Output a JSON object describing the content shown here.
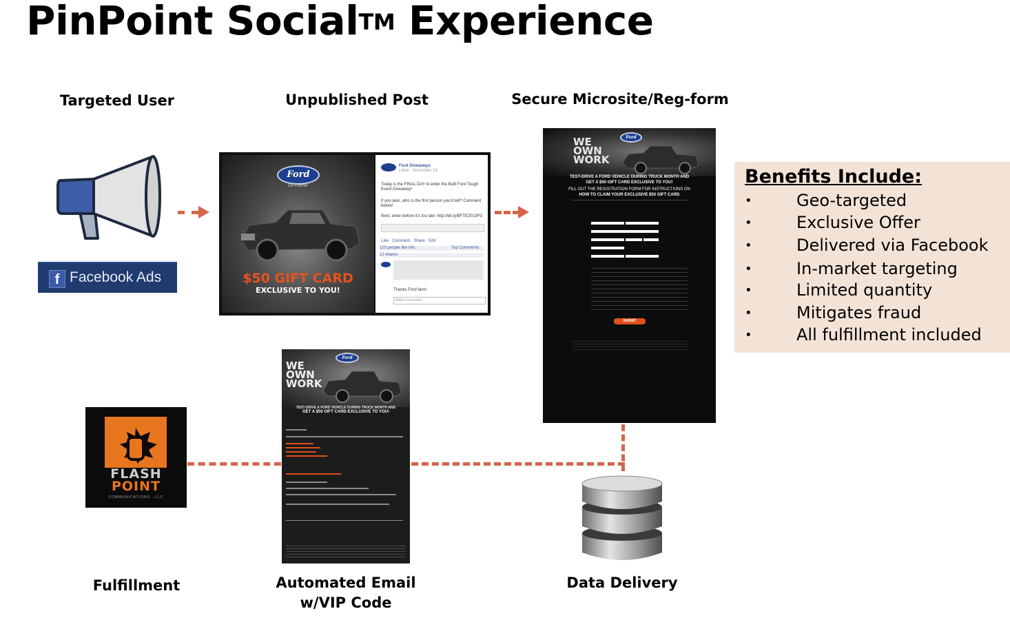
{
  "title": {
    "main": "PinPoint Social",
    "sup": "TM",
    "tail": " Experience"
  },
  "labels": {
    "targeted_user": "Targeted User",
    "unpublished_post": "Unpublished Post",
    "microsite": "Secure Microsite/Reg-form",
    "fulfillment": "Fulfillment",
    "email_line1": "Automated Email",
    "email_line2": "w/VIP Code",
    "data_delivery": "Data Delivery"
  },
  "facebook_ads": {
    "icon": "f",
    "text": "Facebook Ads"
  },
  "post": {
    "brand": "Ford",
    "tagline": "Go Further",
    "gift_line1": "$50 GIFT CARD",
    "gift_line2": "EXCLUSIVE TO YOU!",
    "page_name": "Ford Giveaways",
    "meta": "Liked · November 19",
    "body1": "Today is the FINAL DAY to enter the Built Ford Tough Event Giveaway!",
    "body2": "If you won, who is the first person you'd tell? Comment below!",
    "body3": "Next, enter before it's too late: http://bit.ly/BFTE2013FG",
    "actions": "Like · Comment · Share · Edit",
    "likes": "120 people like this.",
    "shares": "12 shares",
    "top_comments": "Top Comments",
    "reply": "Thanks Ford fans!",
    "comment_placeholder": "Write a comment..."
  },
  "microsite": {
    "wow": [
      "WE",
      "OWN",
      "WORK"
    ],
    "head1": "TEST-DRIVE A FORD VEHICLE DURING TRUCK MONTH AND",
    "head2": "GET A $50 GIFT CARD EXCLUSIVE TO YOU!",
    "head3": "FILL OUT THE REGISTRATION FORM FOR INSTRUCTIONS ON",
    "head4": "HOW TO CLAIM YOUR EXCLUSIVE $50 GIFT CARD",
    "submit": "SUBMIT"
  },
  "email": {
    "wow": [
      "WE",
      "OWN",
      "WORK"
    ],
    "head1": "TEST-DRIVE A FORD VEHICLE DURING TRUCK MONTH AND",
    "head2": "GET A $50 GIFT CARD EXCLUSIVE TO YOU!"
  },
  "flashpoint": {
    "line1": "FLASH",
    "line2": "POINT",
    "line3": "COMMUNICATIONS · LLC"
  },
  "benefits": {
    "heading": "Benefits Include:",
    "bullet": "•",
    "items": [
      "Geo-targeted",
      "Exclusive Offer",
      "Delivered via Facebook",
      "In-market targeting",
      "Limited quantity",
      "Mitigates fraud",
      "All fulfillment included"
    ]
  },
  "colors": {
    "connector": "#d4664a",
    "benefits_bg": "#f3e3d7",
    "fb_blue": "#1f3b70",
    "ford_blue": "#1d3f8f",
    "accent_orange": "#e8531e"
  }
}
